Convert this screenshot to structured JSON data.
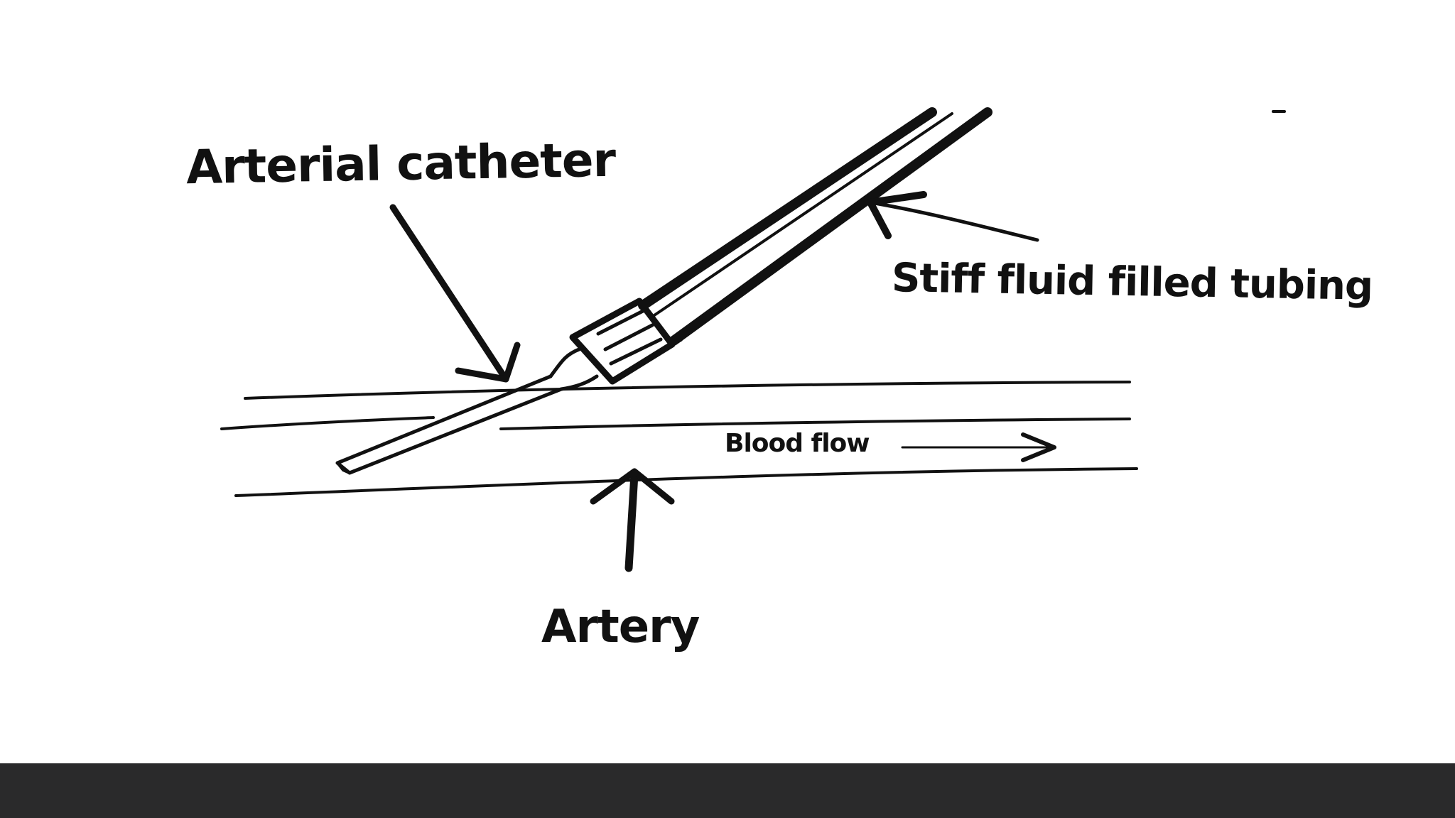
{
  "labels": {
    "arterial_catheter": "Arterial catheter",
    "tubing": "Stiff fluid filled tubing",
    "blood_flow": "Blood flow",
    "artery": "Artery"
  },
  "colors": {
    "ink": "#111111",
    "background": "#ffffff",
    "bottom_bar": "#2a2a2b"
  }
}
